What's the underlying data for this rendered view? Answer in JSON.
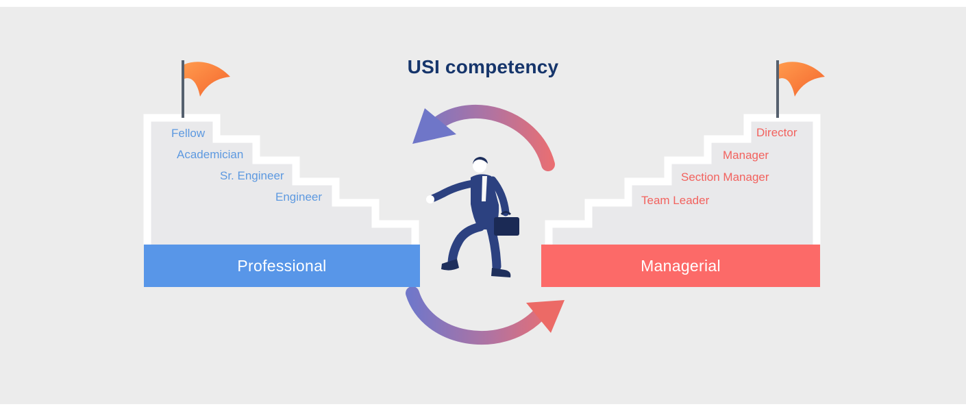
{
  "title": "USI competency",
  "left_track": {
    "label": "Professional",
    "steps": [
      "Fellow",
      "Academician",
      "Sr. Engineer",
      "Engineer"
    ],
    "color": "#5896E8",
    "label_color": "#5D99E0"
  },
  "right_track": {
    "label": "Managerial",
    "steps": [
      "Director",
      "Manager",
      "Section Manager",
      "Team Leader"
    ],
    "color": "#FC6A68",
    "label_color": "#F2625E"
  },
  "icons": {
    "left_flag": "flag-icon",
    "right_flag": "flag-icon",
    "center_figure": "businessman-climbing-icon",
    "top_arrow": "curved-arrow-pointing-left-icon",
    "bottom_arrow": "curved-arrow-pointing-right-icon"
  },
  "colors": {
    "background": "#ECECEC",
    "title": "#16356B",
    "stair_fill": "#E9E9EB",
    "stair_edge": "#FFFFFF",
    "flag": "#FB7B3B",
    "suit": "#2C4180",
    "arrow_blue": "#7177C9",
    "arrow_red": "#EE6E6E"
  }
}
